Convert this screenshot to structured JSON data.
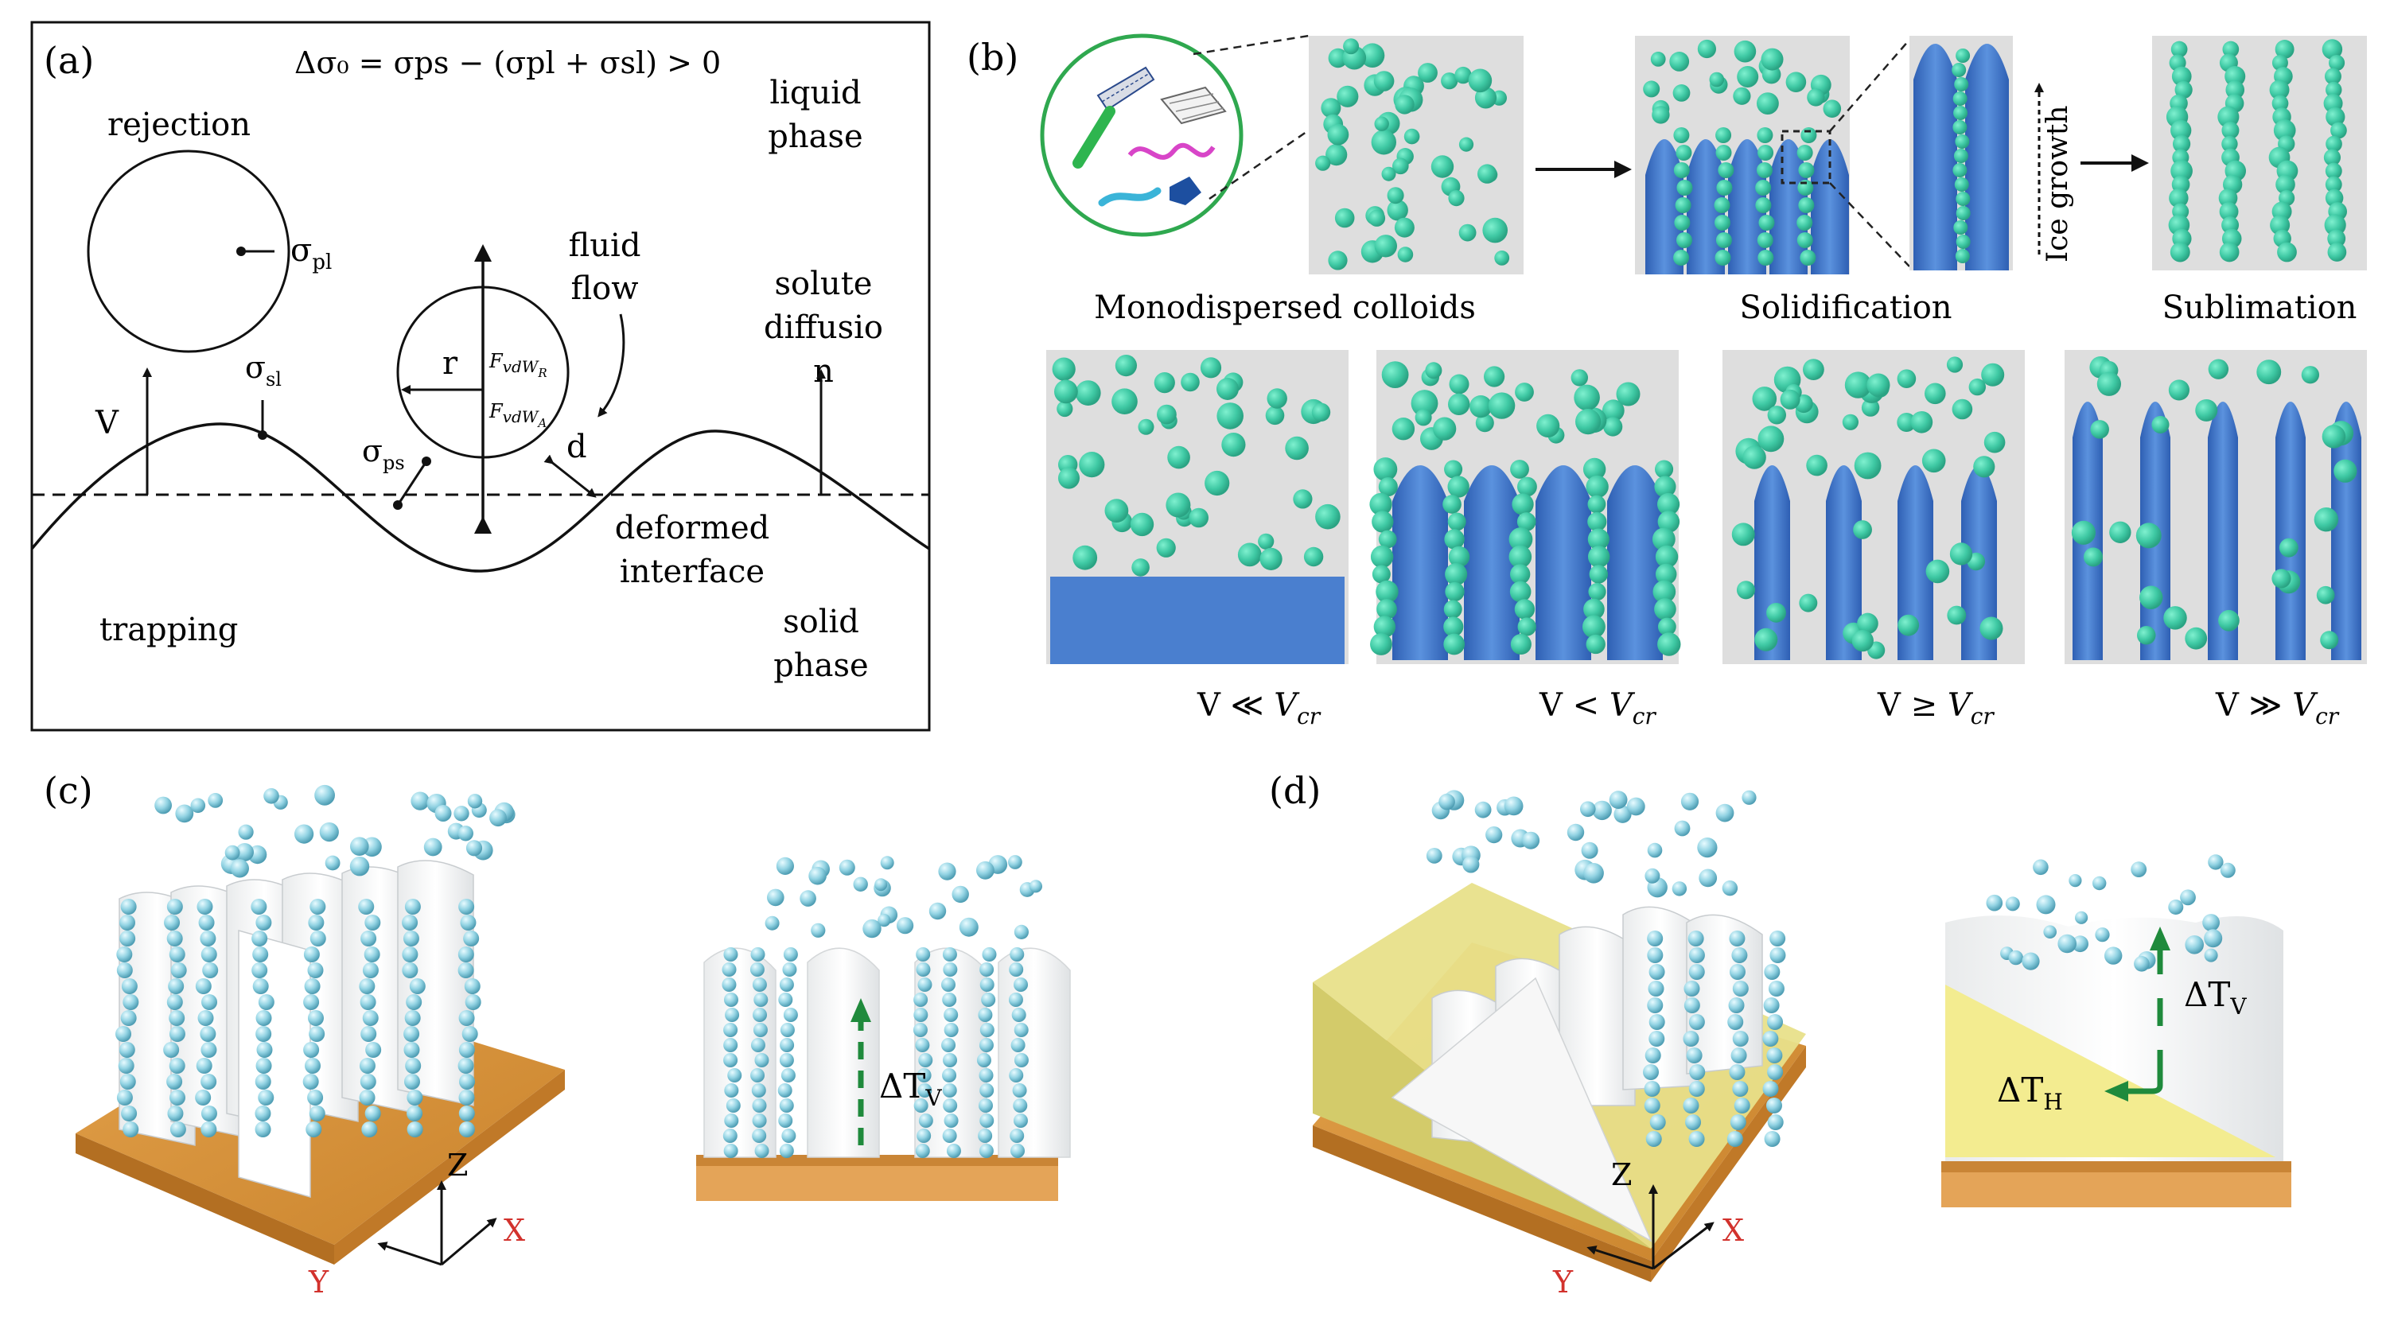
{
  "panel_a": {
    "letter": "(a)",
    "equation": "Δσ₀ = σps − (σpl + σsl) > 0",
    "rejection": "rejection",
    "liquid_phase": [
      "liquid",
      "phase"
    ],
    "sigma_pl": "σ",
    "sigma_pl_sub": "pl",
    "fluid_flow": [
      "fluid",
      "flow"
    ],
    "solute_diffusion": [
      "solute",
      "diffusio",
      "n"
    ],
    "sigma_sl": "σ",
    "sigma_sl_sub": "sl",
    "v_label": "V",
    "r_label": "r",
    "f_vdw_r": "F",
    "f_vdw_r_sub": "vdW",
    "f_vdw_r_sub2": "R",
    "f_vdw_a": "F",
    "f_vdw_a_sub": "vdW",
    "f_vdw_a_sub2": "A",
    "d_label": "d",
    "sigma_ps": "σ",
    "sigma_ps_sub": "ps",
    "deformed_interface": [
      "deformed",
      "interface"
    ],
    "trapping": "trapping",
    "solid_phase": [
      "solid",
      "phase"
    ]
  },
  "panel_b": {
    "letter": "(b)",
    "monodispersed": "Monodispersed colloids",
    "solidification": "Solidification",
    "sublimation": "Sublimation",
    "ice_growth": "Ice growth",
    "conditions": [
      {
        "main": "V ≪ ",
        "v": "V",
        "sub": "cr"
      },
      {
        "main": "V < ",
        "v": "V",
        "sub": "cr"
      },
      {
        "main": "V ≥ ",
        "v": "V",
        "sub": "cr"
      },
      {
        "main": "V ≫ ",
        "v": "V",
        "sub": "cr"
      }
    ]
  },
  "panel_c": {
    "letter": "(c)",
    "axis_z": "Z",
    "axis_x": "X",
    "axis_y": "Y",
    "delta_tv": "ΔT",
    "delta_tv_sub": "V"
  },
  "panel_d": {
    "letter": "(d)",
    "axis_z": "Z",
    "axis_x": "X",
    "axis_y": "Y",
    "delta_tv": "ΔT",
    "delta_tv_sub": "V",
    "delta_th": "ΔT",
    "delta_th_sub": "H"
  },
  "colors": {
    "particle_green": "#3fc9a4",
    "ice_blue": "#4a7fcf",
    "particle_cyan": "#8fd0e0",
    "substrate_orange": "#d9943a",
    "gradient_yellow": "#f2e98a",
    "arrow_green": "#1f8a3c",
    "axis_red": "#d2322d"
  }
}
